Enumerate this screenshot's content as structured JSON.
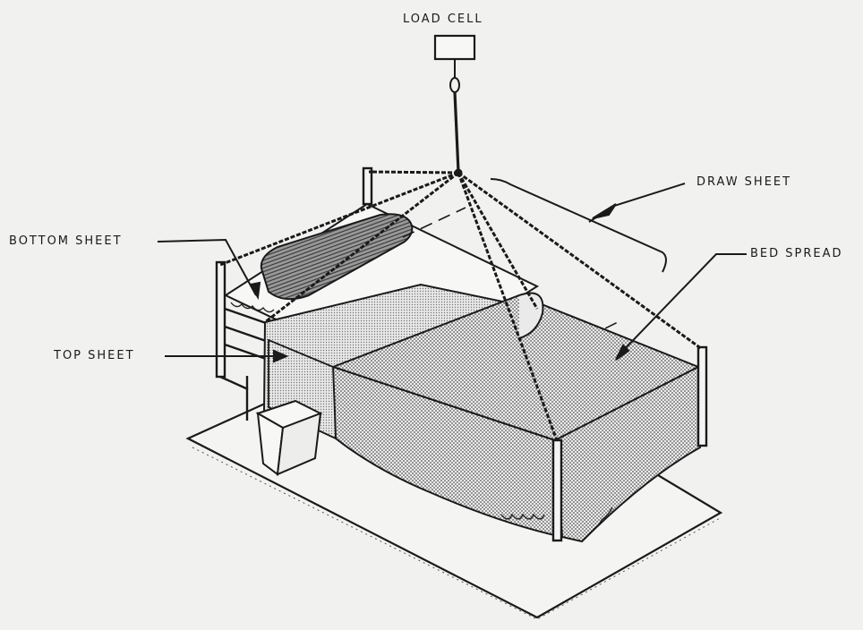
{
  "labels": {
    "load_cell": "LOAD CELL",
    "draw_sheet": "DRAW SHEET",
    "bottom_sheet": "BOTTOM SHEET",
    "bed_spread": "BED SPREAD",
    "top_sheet": "TOP SHEET"
  },
  "colors": {
    "ink": "#1a1a1a",
    "paper": "#f1f1f0",
    "spread_fill": "#bdbdbd",
    "pillow_fill": "#7e7e7e"
  }
}
